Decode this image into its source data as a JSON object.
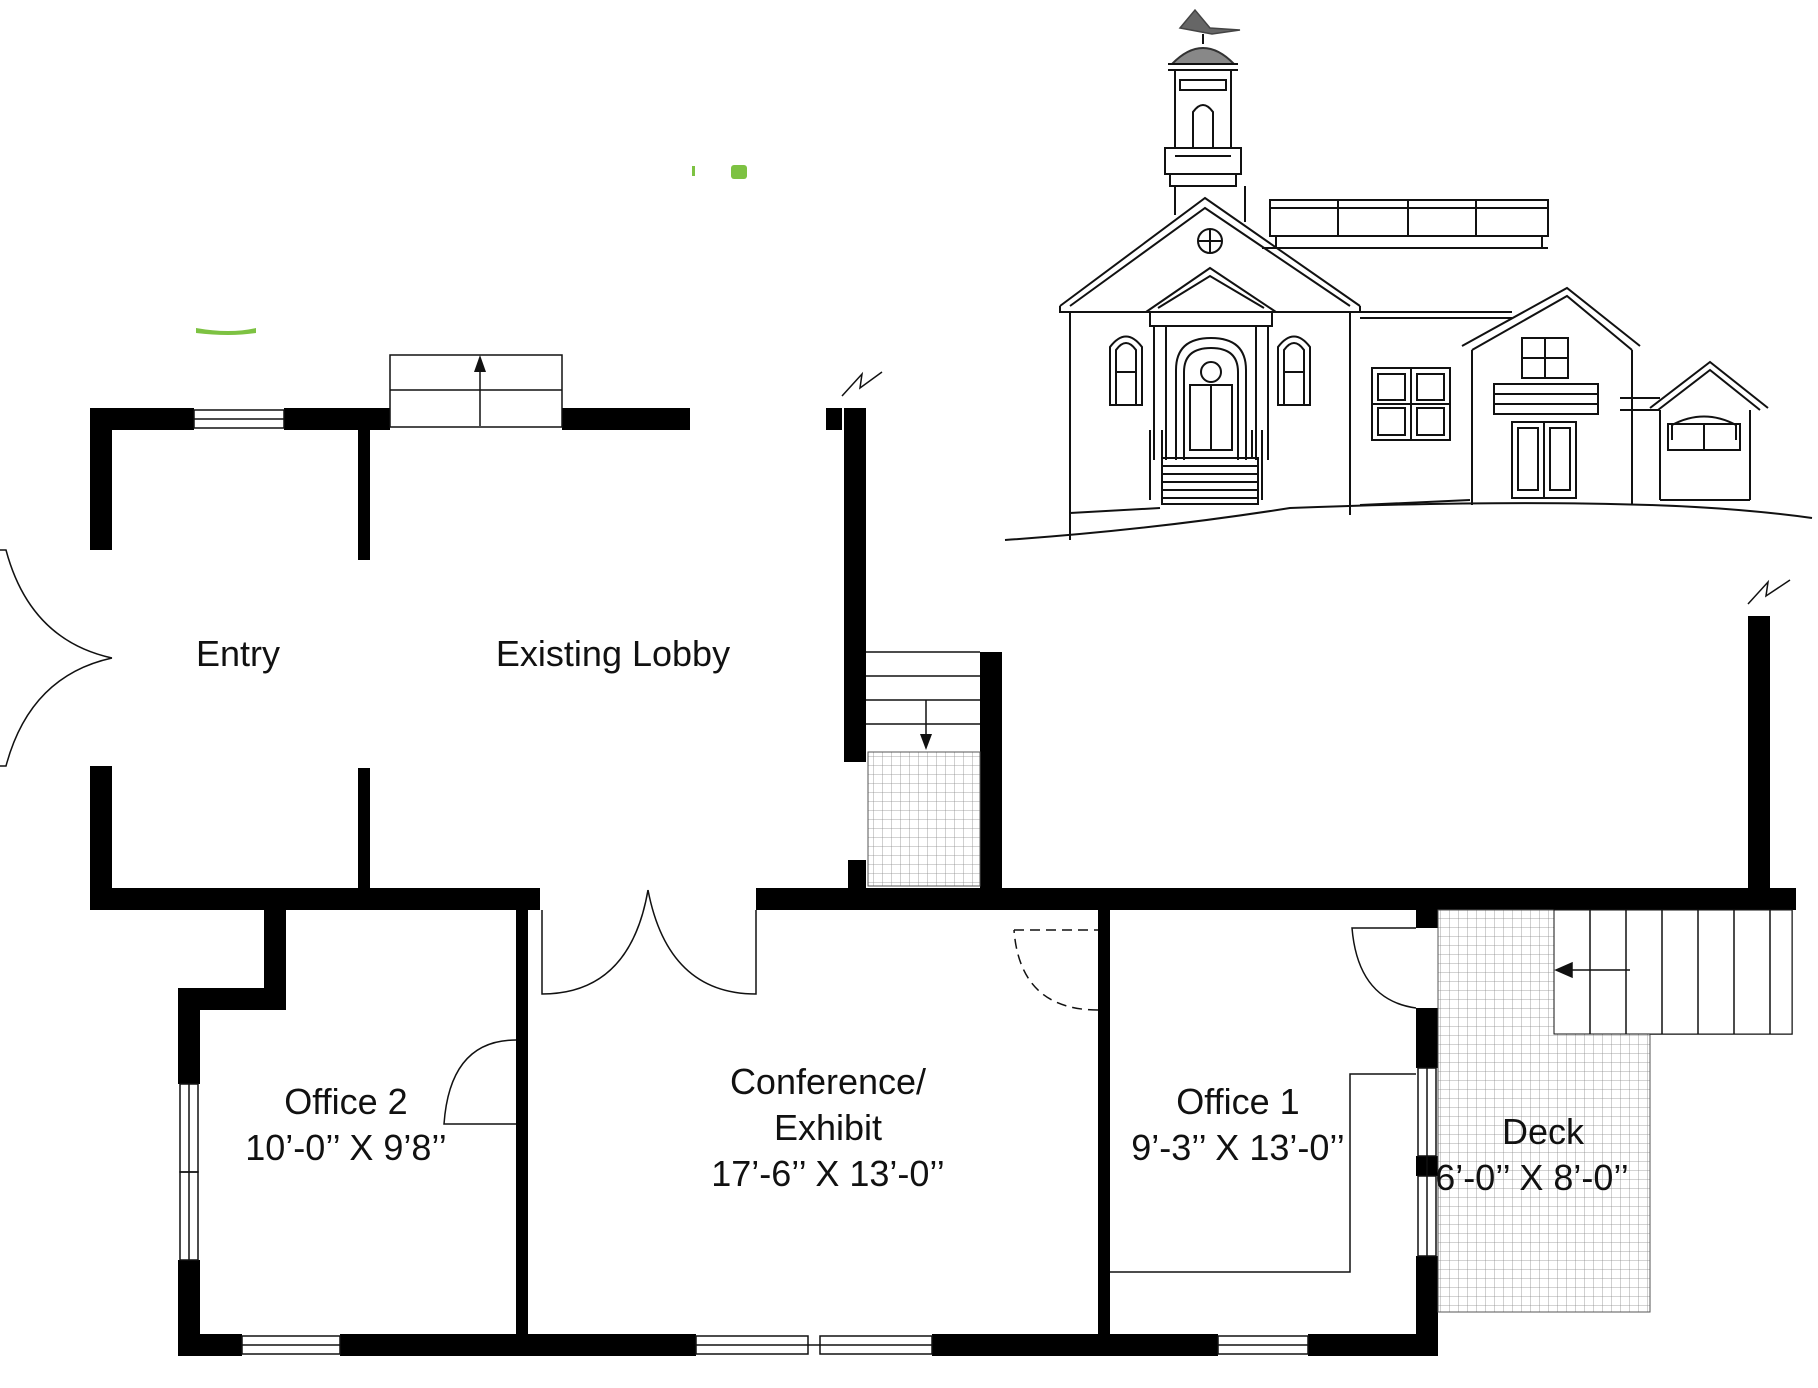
{
  "rooms": {
    "entry": {
      "name": "Entry"
    },
    "lobby": {
      "name": "Existing Lobby"
    },
    "office2": {
      "name": "Office 2",
      "size": "10’-0’’ X 9’8’’"
    },
    "conference": {
      "name_line1": "Conference/",
      "name_line2": "Exhibit",
      "size": "17’-6’’ X 13’-0’’"
    },
    "office1": {
      "name": "Office 1",
      "size": "9’-3’’ X 13’-0’’"
    },
    "deck": {
      "name": "Deck",
      "size": "6’-0’’ X 8’-0’’"
    }
  },
  "colors": {
    "wall": "#000000",
    "line": "#111111",
    "accent_green": "#7dc242"
  }
}
